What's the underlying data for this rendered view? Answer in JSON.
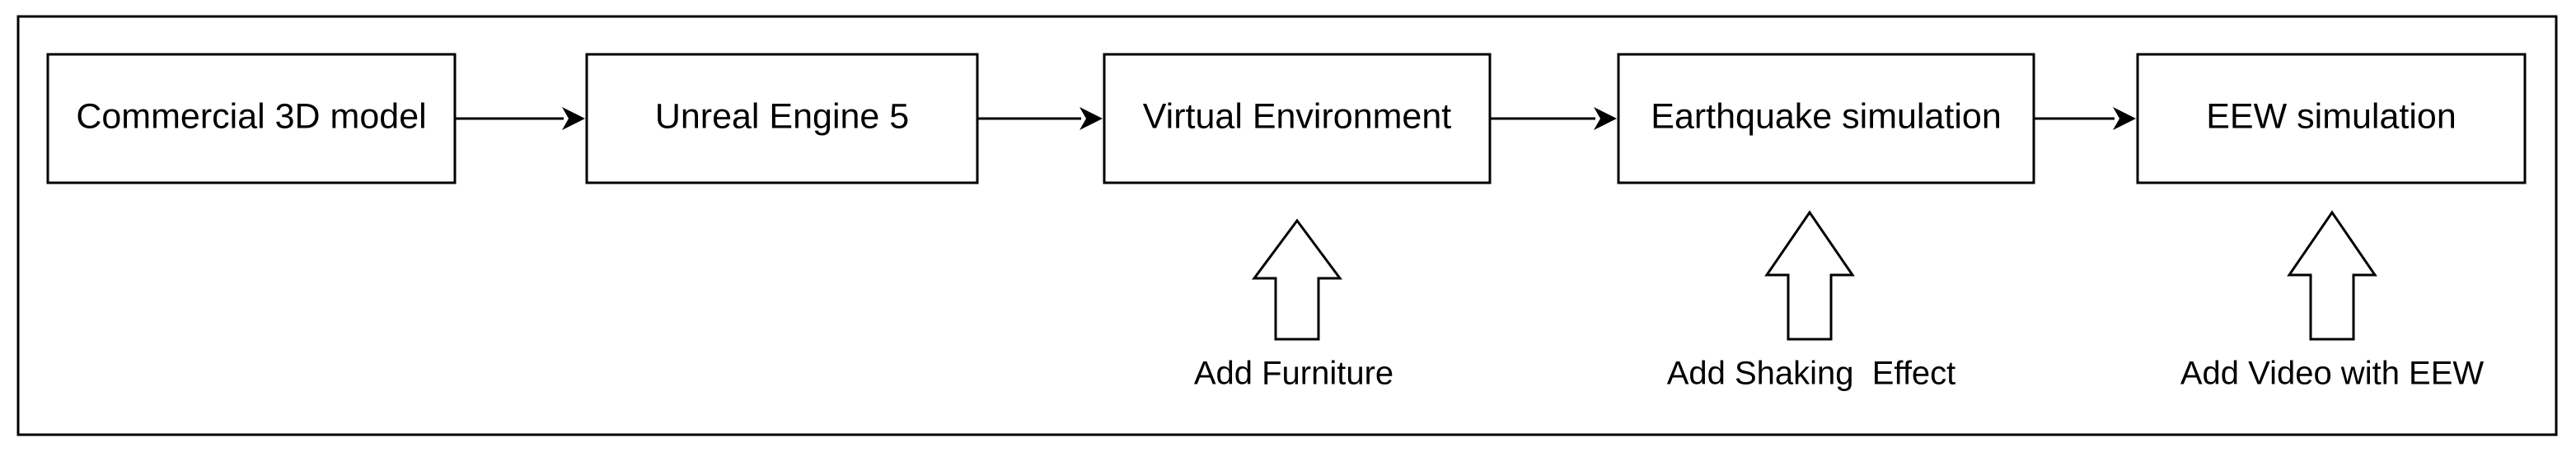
{
  "diagram": {
    "steps": [
      {
        "id": "commercial-3d-model",
        "label": "Commercial 3D model"
      },
      {
        "id": "unreal-engine-5",
        "label": "Unreal Engine 5"
      },
      {
        "id": "virtual-environment",
        "label": "Virtual Environment"
      },
      {
        "id": "earthquake-simulation",
        "label": "Earthquake simulation"
      },
      {
        "id": "eew-simulation",
        "label": "EEW simulation"
      }
    ],
    "inputs": [
      {
        "id": "add-furniture",
        "label": "Add Furniture",
        "target": "virtual-environment"
      },
      {
        "id": "add-shaking-effect",
        "label": "Add Shaking  Effect",
        "target": "earthquake-simulation"
      },
      {
        "id": "add-video-with-eew",
        "label": "Add Video with EEW",
        "target": "eew-simulation"
      }
    ],
    "colors": {
      "stroke": "#000000",
      "fill": "#ffffff",
      "text": "#000000"
    }
  }
}
